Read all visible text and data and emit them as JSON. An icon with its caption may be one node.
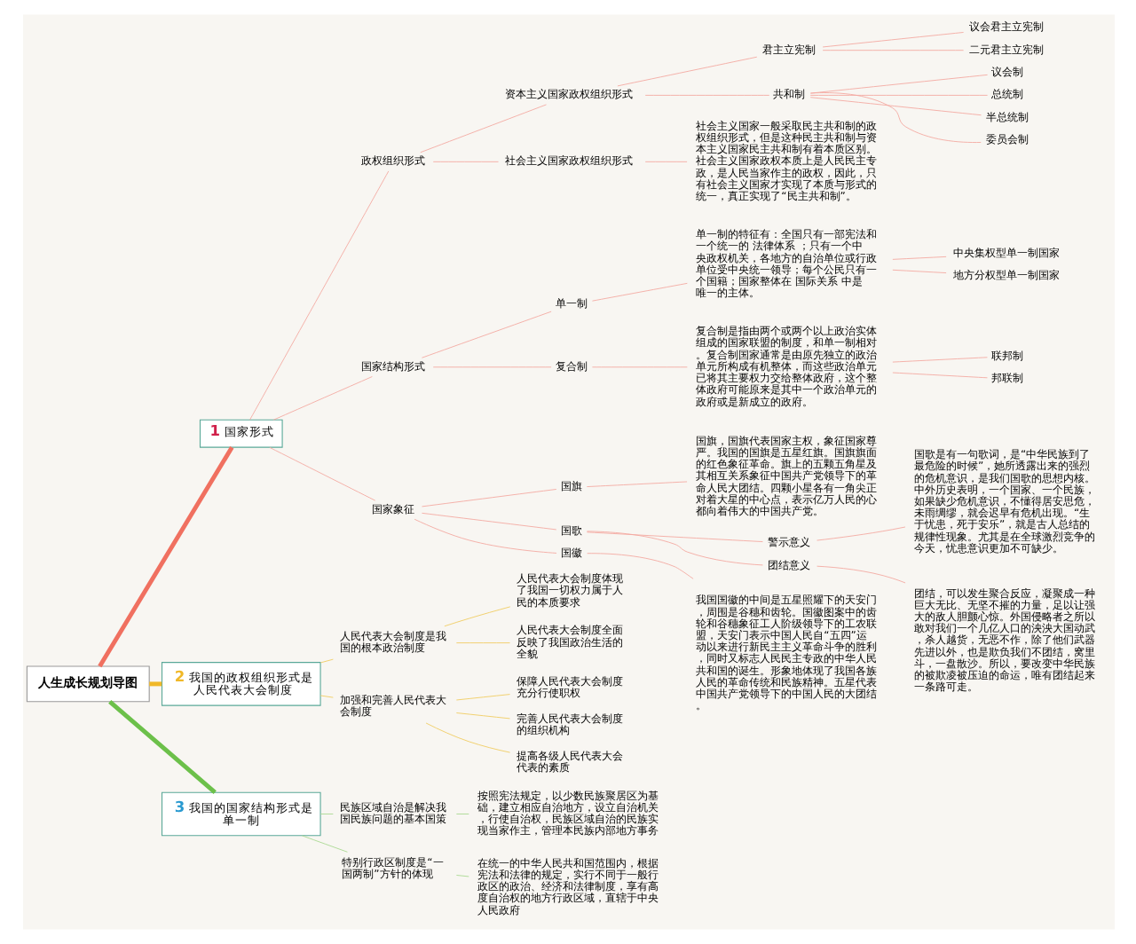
{
  "diagram": {
    "nodes": [
      {
        "text": [
          "人生成长规划导图"
        ]
      },
      {
        "text": [
          "1",
          "国家形式"
        ]
      },
      {
        "text": [
          "政权组织形式"
        ]
      },
      {
        "text": [
          "资本主义国家政权组织形式"
        ]
      },
      {
        "text": [
          "君主立宪制"
        ]
      },
      {
        "text": [
          "议会君主立宪制"
        ]
      },
      {
        "text": [
          "二元君主立宪制"
        ]
      },
      {
        "text": [
          "共和制"
        ]
      },
      {
        "text": [
          "议会制"
        ]
      },
      {
        "text": [
          "总统制"
        ]
      },
      {
        "text": [
          "半总统制"
        ]
      },
      {
        "text": [
          "委员会制"
        ]
      },
      {
        "text": [
          "社会主义国家政权组织形式"
        ]
      },
      {
        "text": [
          "社会主义国家一般采取民主共和制的政权组织形式，但是这种民主共和制与资本主义国家民主共和制有着本质区别。社会主义国家政权本质上是人民民主专政，是人民当家作主的政权，因此，只有社会主义国家才实现了本质与形式的统一，真正实现了“民主共和制”。"
        ]
      },
      {
        "text": [
          "国家结构形式"
        ]
      },
      {
        "text": [
          "单一制"
        ]
      },
      {
        "text": [
          "单一制的特征有：全国只有一部宪法和一个统一的 法律体系 ；只有一个中央政权机关，各地方的自治单位或行政单位受中央统一领导；每个公民只有一个国籍；国家整体在 国际关系 中是唯一的主体。"
        ]
      },
      {
        "text": [
          "中央集权型单一制国家"
        ]
      },
      {
        "text": [
          "地方分权型单一制国家"
        ]
      },
      {
        "text": [
          "复合制"
        ]
      },
      {
        "text": [
          "复合制是指由两个或两个以上政治实体组成的国家联盟的制度，和单一制相对。复合制国家通常是由原先独立的政治单元所构成有机整体，而这些政治单元已将其主要权力交给整体政府，这个整体政府可能原来是其中一个政治单元的政府或是新成立的政府。"
        ]
      },
      {
        "text": [
          "联邦制"
        ]
      },
      {
        "text": [
          "邦联制"
        ]
      },
      {
        "text": [
          "国家象征"
        ]
      },
      {
        "text": [
          "国旗"
        ]
      },
      {
        "text": [
          "国旗，国旗代表国家主权，象征国家尊严。我国的国旗是五星红旗。国旗旗面的红色象征革命。旗上的五颗五角星及其相互关系象征中国共产党领导下的革命人民大团结。四颗小星各有一角尖正对着大星的中心点，表示亿万人民的心都向着伟大的中国共产党。"
        ]
      },
      {
        "text": [
          "国歌"
        ]
      },
      {
        "text": [
          "警示意义"
        ]
      },
      {
        "text": [
          "国歌是有一句歌词，是“中华民族到了最危险的时候”，她所透露出来的强烈的危机意识，是我们国歌的思想内核。中外历史表明，一个国家、一个民族，如果缺少危机意识，不懂得居安思危，未雨绸缪，就会迟早有危机出现。“生于忧患，死于安乐”，就是古人总结的规律性现象。尤其是在全球激烈竞争的今天，忧患意识更加不可缺少。"
        ]
      },
      {
        "text": [
          "团结意义"
        ]
      },
      {
        "text": [
          "团结，可以发生聚合反应，凝聚成一种巨大无比、无坚不摧的力量，足以让强大的敌人胆颤心惊。外国侵略者之所以敢对我们一个几亿人口的泱泱大国动武，杀人越货，无恶不作，除了他们武器先进以外，也是欺负我们不团结，窝里斗，一盘散沙。所以，要改变中华民族的被欺凌被压迫的命运，唯有团结起来一条路可走。"
        ]
      },
      {
        "text": [
          "国徽"
        ]
      },
      {
        "text": [
          "我国国徽的中间是五星照耀下的天安门，周围是谷穗和齿轮。国徽图案中的齿轮和谷穗象征工人阶级领导下的工农联盟，天安门表示中国人民自“五四”运动以来进行新民主主义革命斗争的胜利，同时又标志人民民主专政的中华人民共和国的诞生。形象地体现了我国各族人民的革命传统和民族精神。五星代表中国共产党领导下的中国人民的大团结。"
        ]
      },
      {
        "text": [
          "2",
          "我国的政权组织形式是人民代表大会制度"
        ]
      },
      {
        "text": [
          "人民代表大会制度是我国的根本政治制度"
        ]
      },
      {
        "text": [
          "人民代表大会制度体现了我国一切权力属于人民的本质要求"
        ]
      },
      {
        "text": [
          "人民代表大会制度全面反映了我国政治生活的全貌"
        ]
      },
      {
        "text": [
          "加强和完善人民代表大会制度"
        ]
      },
      {
        "text": [
          "保障人民代表大会制度充分行使职权"
        ]
      },
      {
        "text": [
          "完善人民代表大会制度的组织机构"
        ]
      },
      {
        "text": [
          "提高各级人民代表大会代表的素质"
        ]
      },
      {
        "text": [
          "3",
          "我国的国家结构形式是单一制"
        ]
      },
      {
        "text": [
          "民族区域自治是解决我国民族问题的基本国策"
        ]
      },
      {
        "text": [
          "按照宪法规定，以少数民族聚居区为基础，建立相应自治地方，设立自治机关，行使自治权，民族区域自治的民族实现当家作主，管理本民族内部地方事务"
        ]
      },
      {
        "text": [
          "特别行政区制度是“一国两制”方针的体现"
        ]
      },
      {
        "text": [
          "在统一的中华人民共和国范围内，根据宪法和法律的规定，实行不同于一般行政区的政治、经济和法律制度，享有高度自治权的地方行政区域，直辖于中央人民政府"
        ]
      }
    ],
    "edges": [
      {
        "from": 0,
        "to": 1,
        "arrow": "none",
        "style": "thick",
        "color": "#f07060"
      },
      {
        "from": 1,
        "to": 2,
        "arrow": "none"
      },
      {
        "from": 2,
        "to": 3,
        "arrow": "none"
      },
      {
        "from": 3,
        "to": 4,
        "arrow": "none"
      },
      {
        "from": 4,
        "to": 5,
        "arrow": "none"
      },
      {
        "from": 4,
        "to": 6,
        "arrow": "none"
      },
      {
        "from": 3,
        "to": 7,
        "arrow": "none"
      },
      {
        "from": 7,
        "to": 8,
        "arrow": "none"
      },
      {
        "from": 7,
        "to": 9,
        "arrow": "none"
      },
      {
        "from": 7,
        "to": 10,
        "arrow": "none"
      },
      {
        "from": 7,
        "to": 11,
        "arrow": "none"
      },
      {
        "from": 2,
        "to": 12,
        "arrow": "none"
      },
      {
        "from": 12,
        "to": 13,
        "arrow": "none"
      },
      {
        "from": 1,
        "to": 14,
        "arrow": "none"
      },
      {
        "from": 14,
        "to": 15,
        "arrow": "none"
      },
      {
        "from": 15,
        "to": 16,
        "arrow": "none"
      },
      {
        "from": 16,
        "to": 17,
        "arrow": "none"
      },
      {
        "from": 16,
        "to": 18,
        "arrow": "none"
      },
      {
        "from": 14,
        "to": 19,
        "arrow": "none"
      },
      {
        "from": 19,
        "to": 20,
        "arrow": "none"
      },
      {
        "from": 20,
        "to": 21,
        "arrow": "none"
      },
      {
        "from": 20,
        "to": 22,
        "arrow": "none"
      },
      {
        "from": 1,
        "to": 23,
        "arrow": "none"
      },
      {
        "from": 23,
        "to": 24,
        "arrow": "none"
      },
      {
        "from": 24,
        "to": 25,
        "arrow": "none"
      },
      {
        "from": 23,
        "to": 26,
        "arrow": "none"
      },
      {
        "from": 26,
        "to": 27,
        "arrow": "none"
      },
      {
        "from": 27,
        "to": 28,
        "arrow": "none"
      },
      {
        "from": 26,
        "to": 29,
        "arrow": "none"
      },
      {
        "from": 29,
        "to": 30,
        "arrow": "none"
      },
      {
        "from": 23,
        "to": 31,
        "arrow": "none"
      },
      {
        "from": 31,
        "to": 32,
        "arrow": "none"
      },
      {
        "from": 0,
        "to": 33,
        "arrow": "none",
        "style": "thick",
        "color": "#f0b828"
      },
      {
        "from": 33,
        "to": 34,
        "arrow": "none",
        "color": "#f0cc60"
      },
      {
        "from": 34,
        "to": 35,
        "arrow": "none",
        "color": "#f0cc60"
      },
      {
        "from": 34,
        "to": 36,
        "arrow": "none",
        "color": "#f0cc60"
      },
      {
        "from": 33,
        "to": 37,
        "arrow": "none",
        "color": "#f0cc60"
      },
      {
        "from": 37,
        "to": 38,
        "arrow": "none",
        "color": "#f0cc60"
      },
      {
        "from": 37,
        "to": 39,
        "arrow": "none",
        "color": "#f0cc60"
      },
      {
        "from": 37,
        "to": 40,
        "arrow": "none",
        "color": "#f0cc60"
      },
      {
        "from": 0,
        "to": 41,
        "arrow": "none",
        "style": "thick",
        "color": "#6cc04a"
      },
      {
        "from": 41,
        "to": 42,
        "arrow": "none",
        "color": "#a8d890"
      },
      {
        "from": 42,
        "to": 43,
        "arrow": "none",
        "color": "#a8d890"
      },
      {
        "from": 41,
        "to": 44,
        "arrow": "none",
        "color": "#a8d890"
      },
      {
        "from": 44,
        "to": 45,
        "arrow": "none",
        "color": "#a8d890"
      }
    ]
  }
}
